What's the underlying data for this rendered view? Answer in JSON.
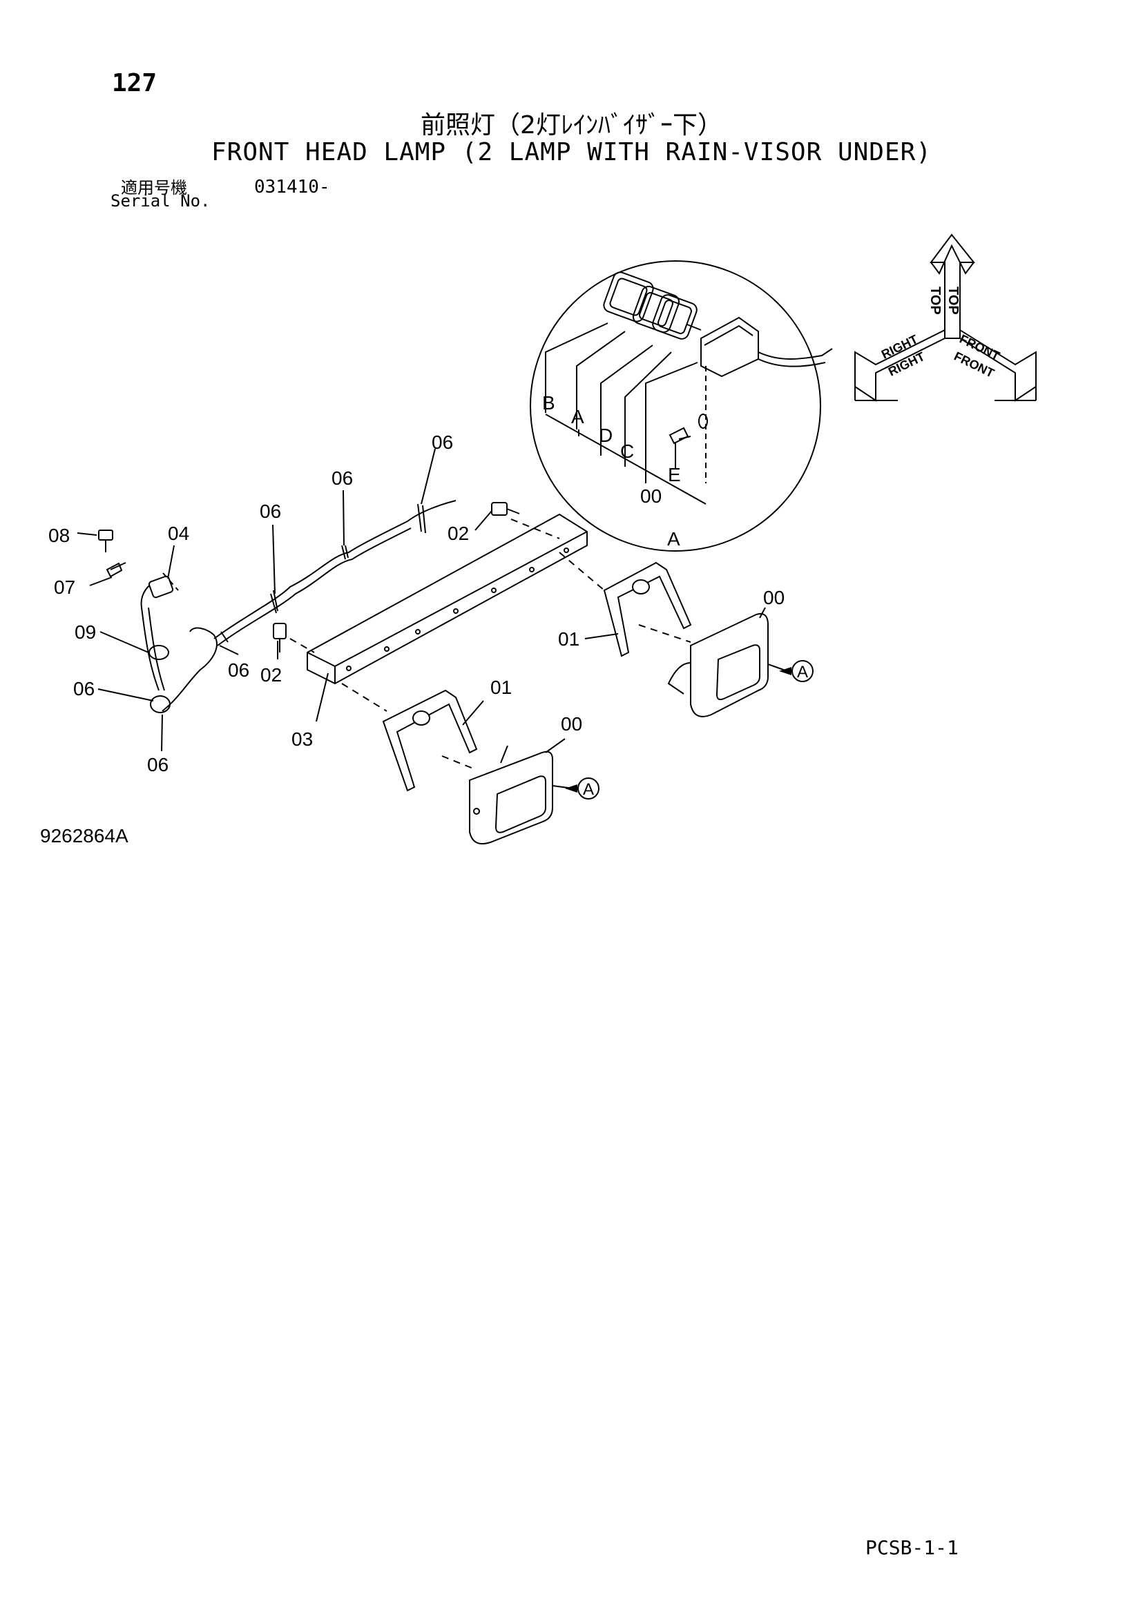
{
  "header": {
    "page_number": "127",
    "title_jp": "前照灯（2灯ﾚｲﾝﾊﾞｲｻﾞｰ下）",
    "title_en": "FRONT HEAD LAMP (2 LAMP WITH RAIN-VISOR UNDER)",
    "serial_label_jp": "適用号機",
    "serial_label_en": "Serial No.",
    "serial_value": "031410-"
  },
  "orientation": {
    "top": "TOP",
    "right": "RIGHT",
    "front": "FRONT"
  },
  "callouts": {
    "c00a": "00",
    "c00b": "00",
    "c00c": "00",
    "c01a": "01",
    "c01b": "01",
    "c02a": "02",
    "c02b": "02",
    "c03": "03",
    "c04": "04",
    "c06a": "06",
    "c06b": "06",
    "c06c": "06",
    "c06d": "06",
    "c06e": "06",
    "c06f": "06",
    "c07": "07",
    "c08": "08",
    "c09": "09",
    "dA": "A",
    "dB": "B",
    "dC": "C",
    "dD": "D",
    "dE": "E",
    "dA2": "A",
    "refA1": "A",
    "refA2": "A"
  },
  "footer": {
    "drawing_number": "9262864A",
    "page_code": "PCSB-1-1"
  }
}
